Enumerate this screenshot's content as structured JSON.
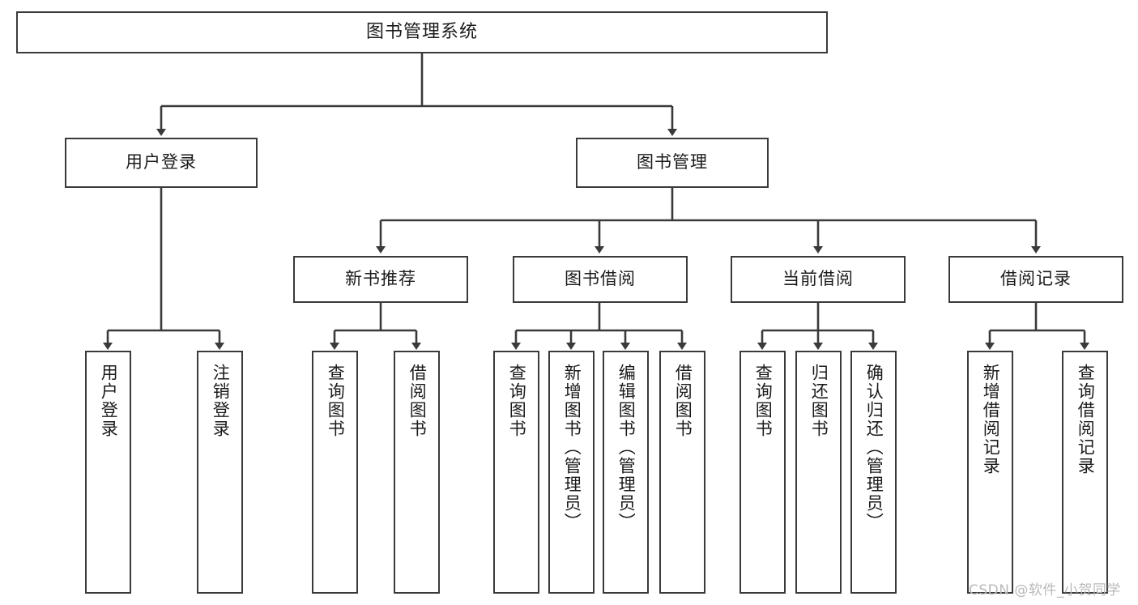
{
  "diagram": {
    "title": "图书管理系统",
    "type": "tree-hierarchy",
    "root": {
      "label": "图书管理系统"
    },
    "level2": [
      {
        "label": "用户登录"
      },
      {
        "label": "图书管理"
      }
    ],
    "level3": [
      {
        "label": "新书推荐"
      },
      {
        "label": "图书借阅"
      },
      {
        "label": "当前借阅"
      },
      {
        "label": "借阅记录"
      }
    ],
    "leaves": {
      "user_login": [
        {
          "label": "用户登录"
        },
        {
          "label": "注销登录"
        }
      ],
      "new_book_recommend": [
        {
          "label": "查询图书"
        },
        {
          "label": "借阅图书"
        }
      ],
      "book_borrow": [
        {
          "label": "查询图书"
        },
        {
          "label": "新增图书（管理员）"
        },
        {
          "label": "编辑图书（管理员）"
        },
        {
          "label": "借阅图书"
        }
      ],
      "current_borrow": [
        {
          "label": "查询图书"
        },
        {
          "label": "归还图书"
        },
        {
          "label": "确认归还（管理员）"
        }
      ],
      "borrow_records": [
        {
          "label": "新增借阅记录"
        },
        {
          "label": "查询借阅记录"
        }
      ]
    }
  },
  "watermark": {
    "text": "CSDN @软件_小贺同学"
  },
  "colors": {
    "border": "#3a3a3a",
    "text": "#1b1b1b",
    "background": "#ffffff",
    "watermark": "#b9b9b9"
  }
}
